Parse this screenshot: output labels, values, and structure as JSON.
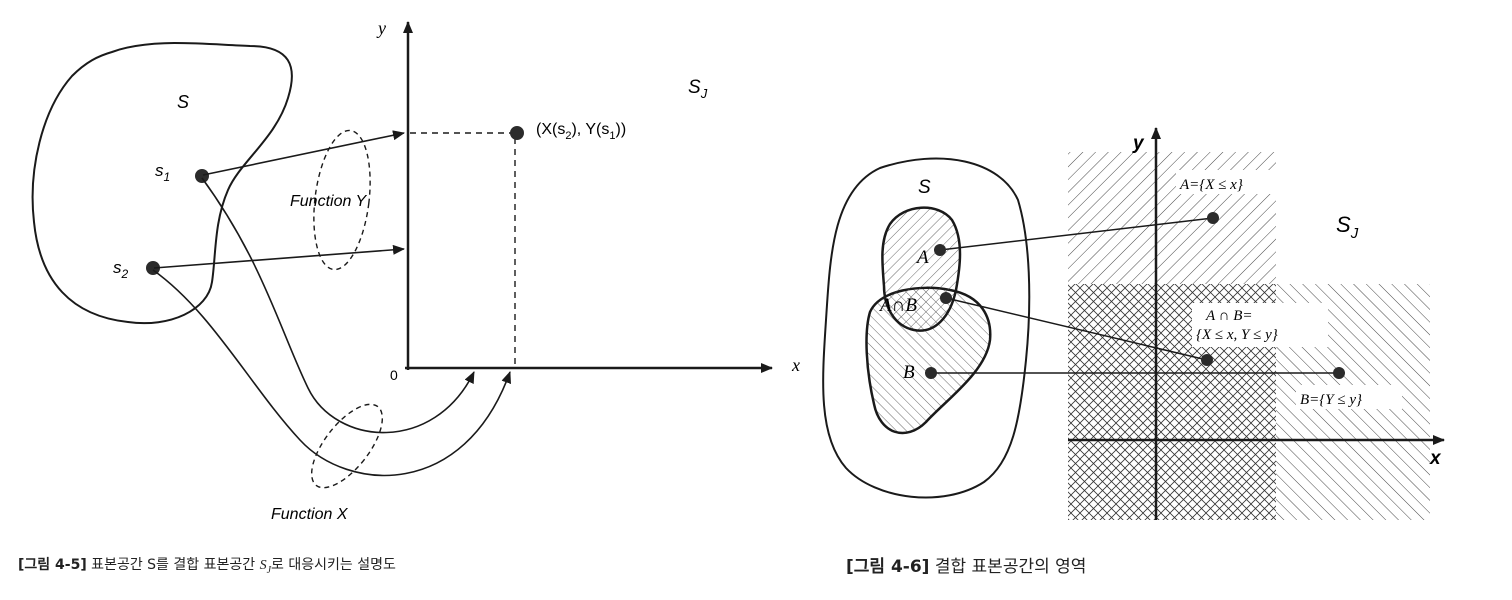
{
  "figure1": {
    "sample_space": "S",
    "point_s1": {
      "base": "s",
      "sub": "1"
    },
    "point_s2": {
      "base": "s",
      "sub": "2"
    },
    "joint_space": {
      "base": "S",
      "sub": "J"
    },
    "axis_x": "x",
    "axis_y": "y",
    "origin": "0",
    "function_y": "Function Y",
    "function_x": "Function X",
    "mapped_point": {
      "p1": "(X(s",
      "sub1": "2",
      "p2": "), Y(s",
      "sub2": "1",
      "p3": "))"
    },
    "caption": {
      "tag": "[그림 4-5]",
      "text1": " 표본공간 S를 결합 표본공간 ",
      "math_base": "S",
      "math_sub": "J",
      "text2": "로 대응시키는 설명도"
    }
  },
  "figure2": {
    "sample_space": "S",
    "joint_space": {
      "base": "S",
      "sub": "J"
    },
    "axis_x": "x",
    "axis_y": "y",
    "set_a": "A",
    "set_b": "B",
    "set_ab": "A∩B",
    "label_a": "A={X ≤ x}",
    "label_ab_1": "A ∩ B=",
    "label_ab_2": "{X ≤ x,  Y ≤ y}",
    "label_b": "B={Y ≤ y}",
    "caption": {
      "tag": "[그림 4-6]",
      "text": " 결합 표본공간의 영역"
    }
  },
  "colors": {
    "ink": "#1a1a1a",
    "dot": "#2b2b2b",
    "caption": "#222222"
  }
}
